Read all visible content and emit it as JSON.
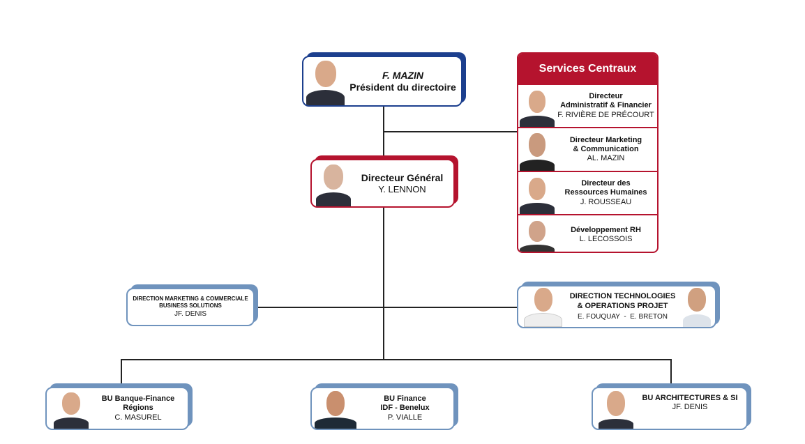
{
  "president": {
    "name": "F. MAZIN",
    "title": "Président du directoire"
  },
  "dg": {
    "title": "Directeur Général",
    "name": "Y. LENNON"
  },
  "services_centraux": {
    "header": "Services Centraux",
    "items": [
      {
        "title_1": "Directeur",
        "title_2": "Administratif & Financier",
        "name": "F. RIVIÈRE DE PRÉCOURT"
      },
      {
        "title_1": "Directeur Marketing",
        "title_2": "& Communication",
        "name": "AL. MAZIN"
      },
      {
        "title_1": "Directeur des",
        "title_2": "Ressources Humaines",
        "name": "J. ROUSSEAU"
      },
      {
        "title_1": "Développement RH",
        "title_2": "",
        "name": "L. LECOSSOIS"
      }
    ]
  },
  "dir_marketing": {
    "title_1": "DIRECTION MARKETING & COMMERCIALE",
    "title_2": "BUSINESS SOLUTIONS",
    "name": "JF. DENIS"
  },
  "dir_tech": {
    "title_1": "DIRECTION TECHNOLOGIES",
    "title_2": "& OPERATIONS PROJET",
    "name": "E. FOUQUAY  -  E. BRETON"
  },
  "bus": [
    {
      "title_1": "BU Banque-Finance",
      "title_2": "Régions",
      "name": "C. MASUREL"
    },
    {
      "title_1": "BU Finance",
      "title_2": "IDF - Benelux",
      "name": "P. VIALLE"
    },
    {
      "title_1": "BU ARCHITECTURES & SI",
      "title_2": "",
      "name": "JF. DENIS"
    }
  ],
  "colors": {
    "blue": "#1c3f8e",
    "red": "#b5132e",
    "light_blue": "#6f93bd"
  }
}
